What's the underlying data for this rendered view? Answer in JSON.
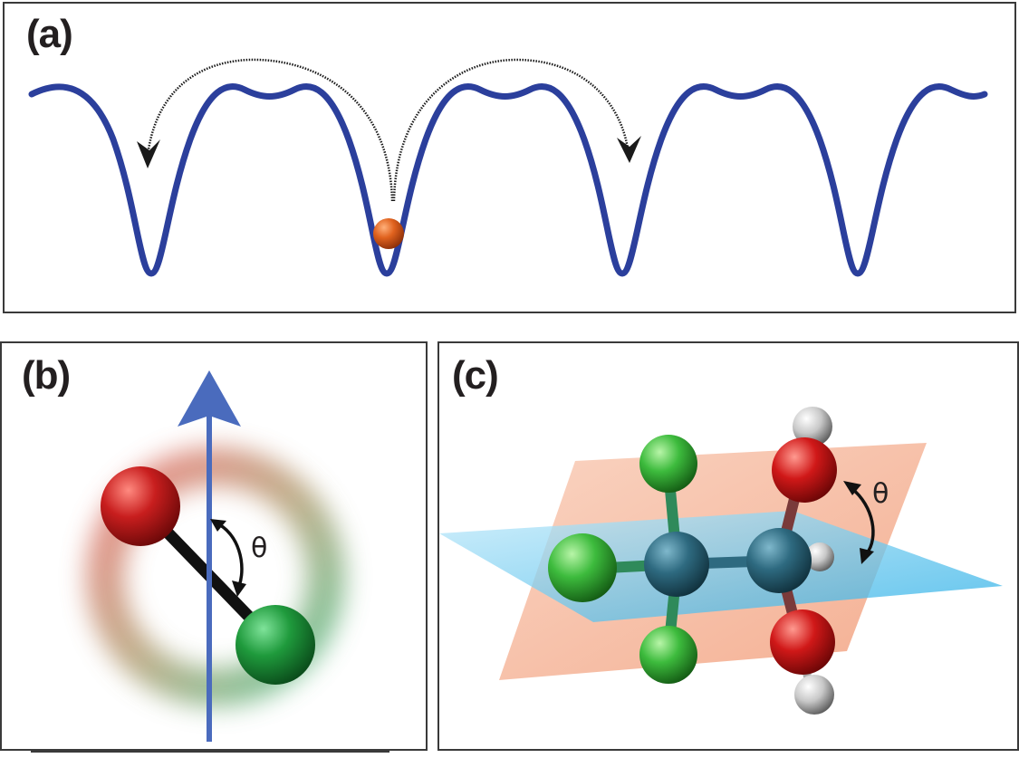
{
  "panels": {
    "a": {
      "label": "(a)"
    },
    "b": {
      "label": "(b)",
      "angle_symbol": "θ"
    },
    "c": {
      "label": "(c)",
      "angle_symbol": "θ"
    }
  },
  "colors": {
    "potential_curve": "#2b3f9c",
    "particle": "#d9541a",
    "axis_arrow": "#4a6bbd",
    "atom_red": "#c81e1e",
    "atom_green": "#1f9a3c",
    "light_green_atom": "#4cc94c",
    "carbon_atom": "#2e6a80",
    "hydrogen_atom": "#d8d8d8",
    "plane_orange": "#f5b49a",
    "plane_blue": "#5ec8ee"
  },
  "icons": [
    "hop-left-arrow",
    "hop-right-arrow",
    "rotation-arrow"
  ]
}
